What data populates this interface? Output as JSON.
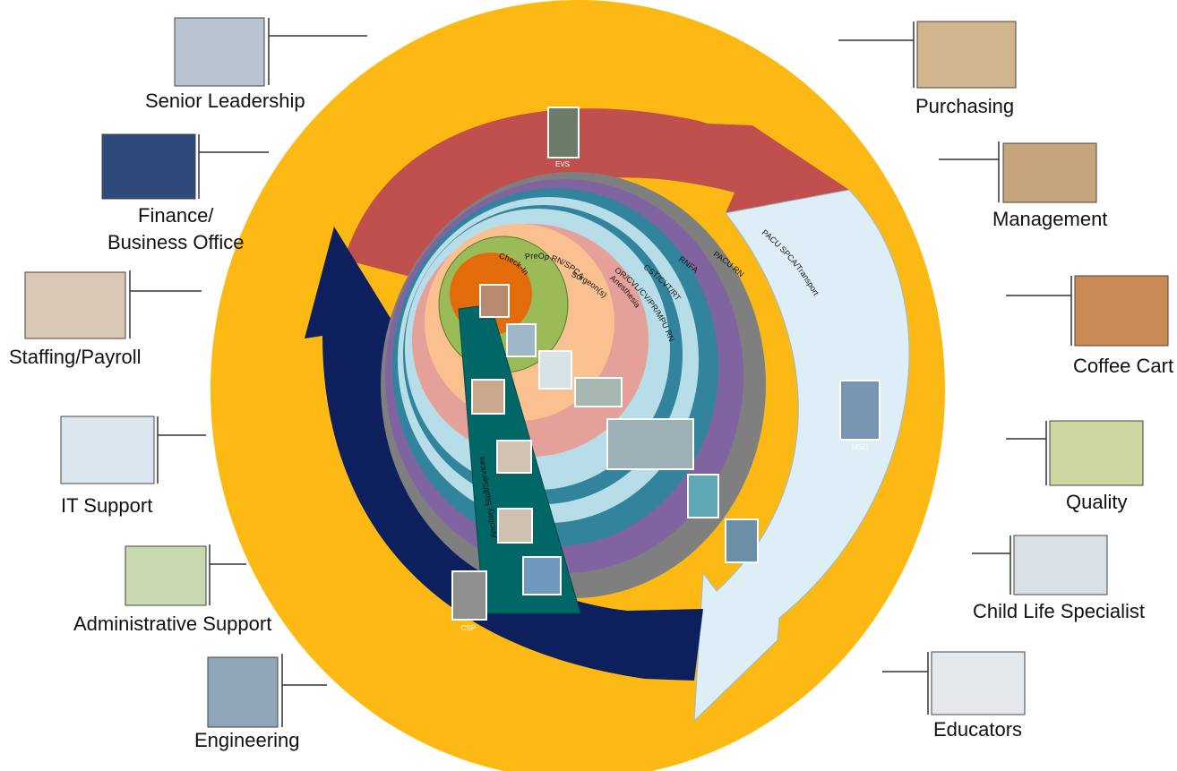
{
  "external_roles": [
    {
      "label": "Senior Leadership"
    },
    {
      "label": "Purchasing"
    },
    {
      "label": "Finance/\nBusiness Office"
    },
    {
      "label": "Management"
    },
    {
      "label": "Staffing/Payroll"
    },
    {
      "label": "Coffee Cart"
    },
    {
      "label": "IT Support"
    },
    {
      "label": "Quality"
    },
    {
      "label": "Administrative Support"
    },
    {
      "label": "Child Life Specialist"
    },
    {
      "label": "Engineering"
    },
    {
      "label": "Educators"
    }
  ],
  "inner_rings": [
    {
      "label": "Check-In"
    },
    {
      "label": "PreOp RN/SPCA"
    },
    {
      "label": "Surgeon(s)"
    },
    {
      "label": "Anesthesia"
    },
    {
      "label": "OR/CVL/CV/PR/MPU RN"
    },
    {
      "label": "CST/CVT/RT"
    },
    {
      "label": "RNFA"
    },
    {
      "label": "PACU RN"
    },
    {
      "label": "PACU SPCA/Transport"
    }
  ],
  "arrow_labels": {
    "evs": "EVS",
    "msd": "MSD",
    "csp": "CSP",
    "ancillary": "Ancillary Staff/Services"
  },
  "colors": {
    "outer_ring": "#FDB913",
    "red_arrow": "#C0504D",
    "light_blue_arrow": "#DDEEF6",
    "navy_arrow": "#0D1F5C",
    "gray_band": "#7F7F7F",
    "purple_band": "#8064A2",
    "teal_dark": "#31849B",
    "teal_light": "#B7DEE8",
    "salmon": "#E6A09A",
    "peach": "#FAC090",
    "green": "#9BBB59",
    "orange": "#E36C0A",
    "ancillary": "#006666"
  }
}
